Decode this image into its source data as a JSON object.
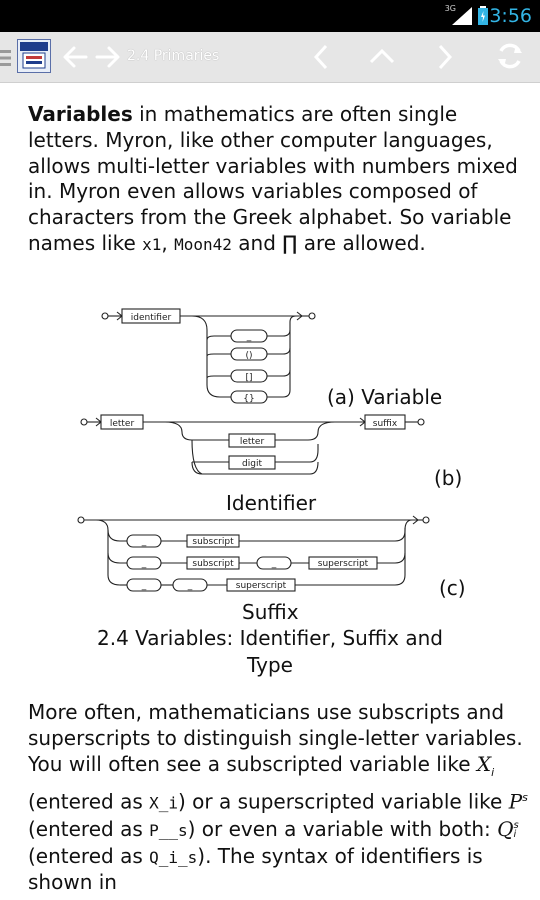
{
  "status_bar": {
    "time": "3:56",
    "network": "3G",
    "signal_icon": "signal-icon",
    "battery_icon": "battery-icon"
  },
  "action_bar": {
    "title": "2.4 Primaries",
    "icons": [
      "menu-icon",
      "app-logo-icon",
      "back-arrow-icon",
      "forward-arrow-icon",
      "chevron-left-icon",
      "chevron-up-icon",
      "chevron-right-icon",
      "refresh-icon"
    ]
  },
  "intro": {
    "term": "Variables",
    "text1": " in mathematics are often single letters. Myron, like other computer languages, allows multi-letter variables with numbers mixed in. Myron even allows variables composed of characters from the Greek alphabet. So variable names like ",
    "code1": "x1",
    "sep": ", ",
    "code2": "Moon42",
    "and": " and ",
    "greek": "∏",
    "end": " are allowed."
  },
  "figure": {
    "panel_a": {
      "label": "(a) Variable",
      "start": "identifier",
      "options": [
        "_",
        "()",
        "[]",
        "{}"
      ]
    },
    "panel_b": {
      "label": "(b)",
      "title": "Identifier",
      "start": "letter",
      "loop": [
        "letter",
        "digit"
      ],
      "end": "suffix"
    },
    "panel_c": {
      "label": "(c)",
      "title": "Suffix",
      "rows": [
        [
          "_",
          "subscript"
        ],
        [
          "_",
          "subscript",
          "_",
          "superscript"
        ],
        [
          "_",
          "_",
          "superscript"
        ]
      ]
    },
    "caption_line1": "2.4 Variables: Identifier, Suffix and",
    "caption_line2": "Type"
  },
  "para2": {
    "t1": "More often, mathematicians use subscripts and superscripts to distinguish single-letter variables. You will often see a subscripted variable like ",
    "v1": "X",
    "v1sub": "i",
    "t2": " (entered as ",
    "c1": "X_i",
    "t3": ") or a superscripted variable like ",
    "v2": "P",
    "v2sup": "s",
    "t4": " (entered as ",
    "c2": "P__s",
    "t5": ") or even a variable with both: ",
    "v3": "Q",
    "v3sub": "i",
    "v3sup": "s",
    "t6": " (entered as ",
    "c3": "Q_i_s",
    "t7": "). The syntax of identifiers is shown in"
  }
}
